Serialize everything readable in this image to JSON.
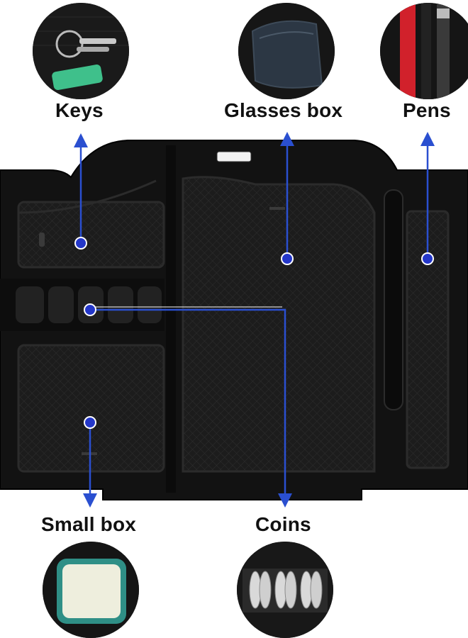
{
  "labels": {
    "keys": "Keys",
    "glasses": "Glasses box",
    "pens": "Pens",
    "small_box": "Small box",
    "coins": "Coins"
  },
  "colors": {
    "tray": "#151515",
    "tray_inner": "#1f1f1f",
    "arrow": "#2a4fd0",
    "marker_fill": "#2437c9",
    "marker_stroke": "#ffffff"
  },
  "icons": {
    "keys": "keys-photo-icon",
    "glasses": "glasses-case-photo-icon",
    "pens": "pens-photo-icon",
    "small_box": "small-box-photo-icon",
    "coins": "coins-photo-icon"
  }
}
